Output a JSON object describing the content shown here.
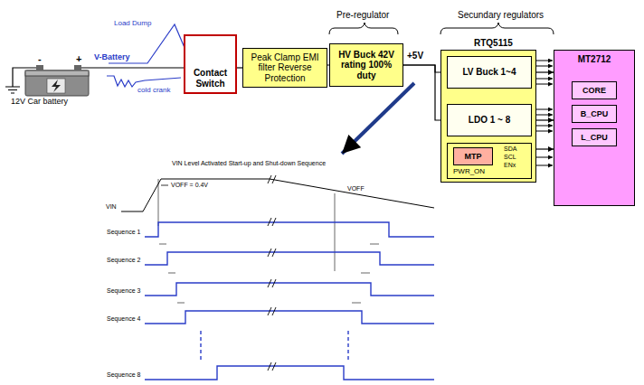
{
  "diagram": {
    "nodes": [
      {
        "text": [
          "Contact Switch"
        ]
      },
      {
        "text": [
          "Peak Clamp EMI filter Reverse Protection"
        ]
      },
      {
        "text": [
          "HV Buck 42V rating 100% duty"
        ]
      },
      {
        "text": [
          "RTQ5115"
        ]
      },
      {
        "text": [
          "LV Buck 1~4"
        ],
        "in": 3
      },
      {
        "text": [
          "LDO 1 ~ 8"
        ],
        "in": 3
      },
      {
        "text": [
          "SDA",
          "SCL",
          "ENx",
          "PWR_ON"
        ],
        "in": 3
      },
      {
        "text": [
          "MTP"
        ],
        "in": 6
      },
      {
        "text": [
          "MT2712"
        ]
      },
      {
        "text": [
          "CORE"
        ],
        "in": 8
      },
      {
        "text": [
          "B_CPU"
        ],
        "in": 8
      },
      {
        "text": [
          "L_CPU"
        ],
        "in": 8
      }
    ],
    "edges": [
      {
        "from": 0,
        "to": 1,
        "arrow": "none"
      },
      {
        "from": 1,
        "to": 2,
        "arrow": "none"
      },
      {
        "from": 2,
        "to": 4,
        "arrow": "none"
      },
      {
        "from": 2,
        "to": 5,
        "arrow": "none"
      },
      {
        "from": 4,
        "to": 8,
        "arrow": "to"
      },
      {
        "from": 5,
        "to": 8,
        "arrow": "to"
      },
      {
        "from": 6,
        "to": 8,
        "arrow": "to"
      }
    ],
    "labels": [
      "12V Car battery",
      "-",
      "+",
      "V-Battery",
      "Load Dump",
      "cold crank",
      "Pre-regulator",
      "+5V",
      "Secundary regulators",
      "VIN Level Activated Start-up and Shut-down Sequence",
      "VOFF = 0.4V",
      "VOFF",
      "VIN",
      "Sequence 1",
      "Sequence 2",
      "Sequence 3",
      "Sequence 4",
      "Sequence 8"
    ]
  }
}
